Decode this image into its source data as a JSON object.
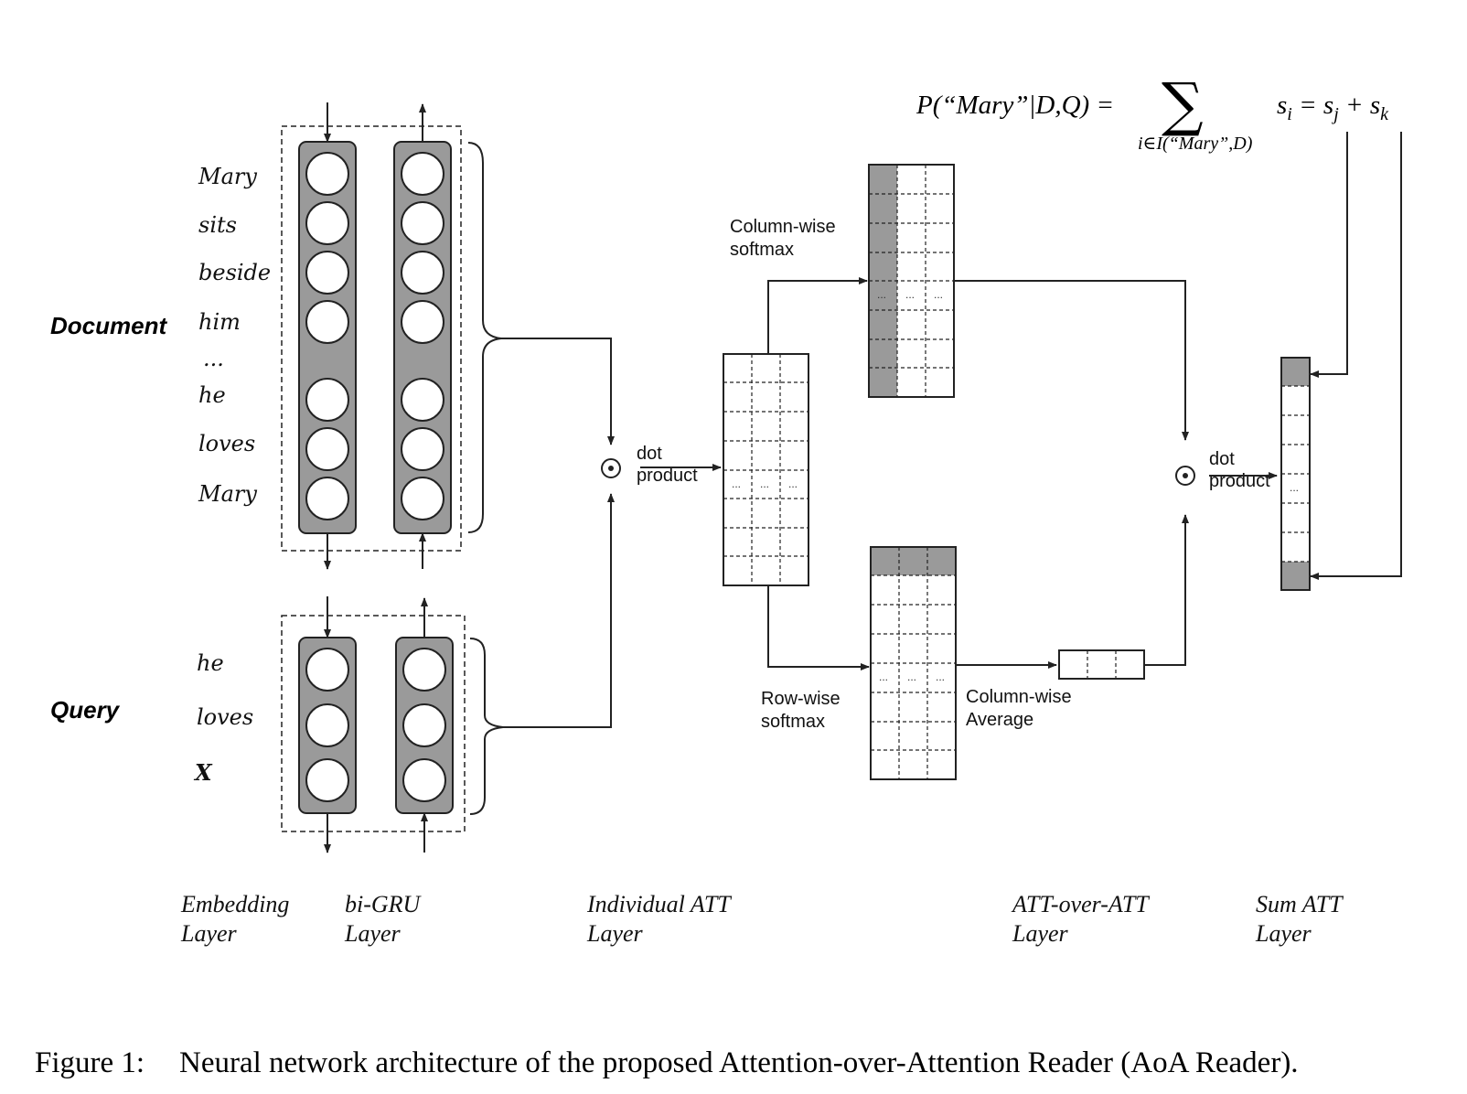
{
  "sections": {
    "document": "Document",
    "query": "Query"
  },
  "document_words": [
    "Mary",
    "sits",
    "beside",
    "him",
    "...",
    "he",
    "loves",
    "Mary"
  ],
  "query_words": [
    "he",
    "loves",
    "X"
  ],
  "annotations": {
    "dot_product_1": [
      "dot",
      "product"
    ],
    "dot_product_2": [
      "dot",
      "product"
    ],
    "column_softmax": [
      "Column-wise",
      "softmax"
    ],
    "row_softmax": [
      "Row-wise",
      "softmax"
    ],
    "column_average": [
      "Column-wise",
      "Average"
    ],
    "dot_symbol": "⊙",
    "ellipsis": "..."
  },
  "formula": {
    "lhs": "P(“Mary”|D,Q) =",
    "sigma": "∑",
    "sub": "i∈I(“Mary”,D)",
    "rhs": "s = s + s",
    "rhs_sub_i": "i",
    "rhs_sub_j": "j",
    "rhs_sub_k": "k"
  },
  "layers": [
    [
      "Embedding",
      "Layer"
    ],
    [
      "bi-GRU",
      "Layer"
    ],
    [
      "Individual ATT",
      "Layer"
    ],
    [
      "ATT-over-ATT",
      "Layer"
    ],
    [
      "Sum ATT",
      "Layer"
    ]
  ],
  "caption": {
    "label": "Figure 1:",
    "text": "Neural network architecture of the proposed Attention-over-Attention Reader (AoA Reader)."
  },
  "colors": {
    "shade": "#9a9a9a",
    "stroke": "#222222",
    "background": "#ffffff"
  }
}
